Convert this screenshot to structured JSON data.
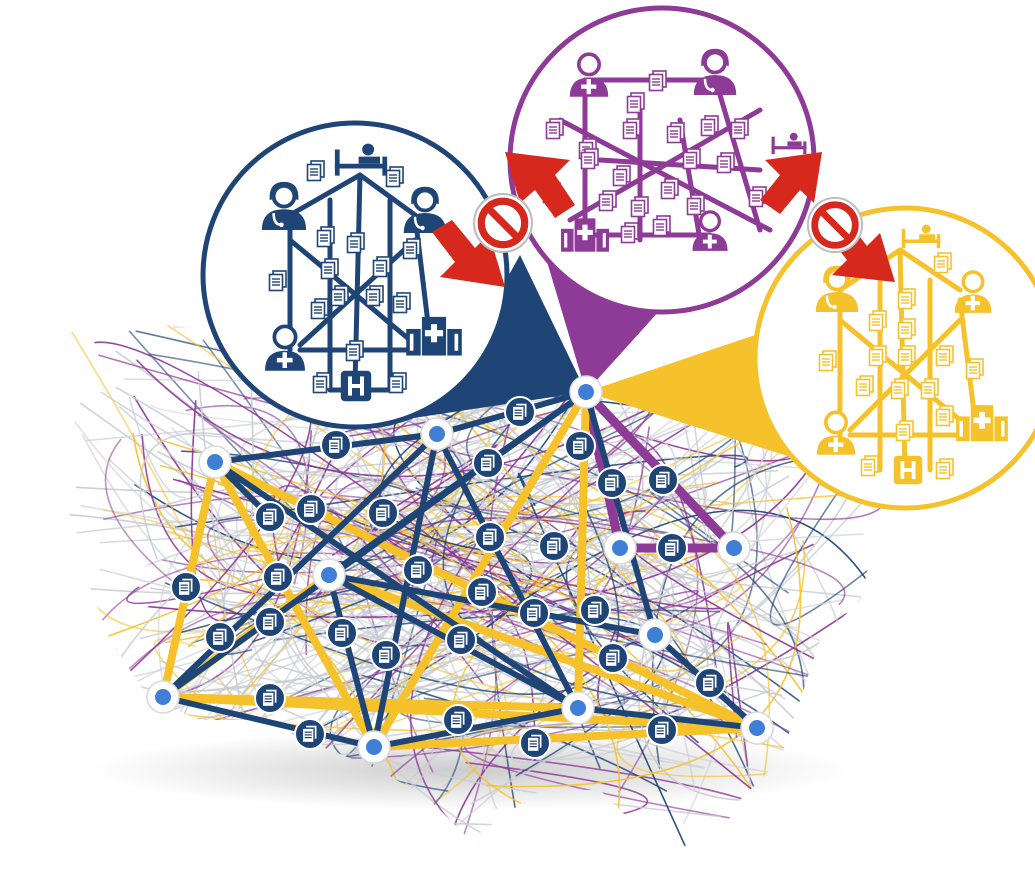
{
  "colors": {
    "navy": "#1f4577",
    "purple": "#8e3a97",
    "yellow": "#f6c22b",
    "red": "#d7281e",
    "grey": "#c9ccd2",
    "node_fill": "#3f7fd6"
  },
  "icons": {
    "record": "document-icon",
    "doctor": "doctor-icon",
    "patient": "patient-icon",
    "hospital_bed": "hospital-bed-icon",
    "hospital": "hospital-icon",
    "blocked": "no-entry-icon",
    "arrow": "arrow-icon"
  },
  "bubbles": [
    {
      "name": "navy-health-system",
      "color_key": "navy"
    },
    {
      "name": "purple-health-system",
      "color_key": "purple"
    },
    {
      "name": "yellow-health-system",
      "color_key": "yellow"
    }
  ],
  "blocked_connections": [
    {
      "between": [
        "navy-health-system",
        "purple-health-system"
      ]
    },
    {
      "between": [
        "purple-health-system",
        "yellow-health-system"
      ]
    }
  ],
  "hub_letter": "H"
}
